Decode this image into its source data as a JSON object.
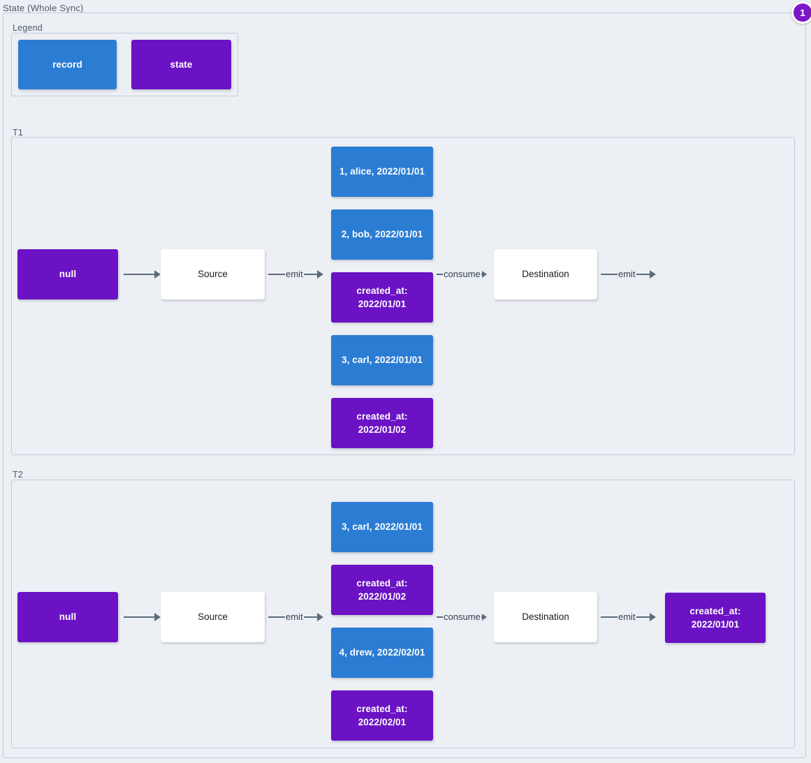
{
  "page": {
    "title": "State (Whole Sync)",
    "badge": "1",
    "colors": {
      "record": "#2b7cd3",
      "state": "#6b12c4",
      "background": "#eceff4",
      "border": "#c3ccd8",
      "arrow": "#5d6c7c",
      "badge": "#7b16c9"
    }
  },
  "legend": {
    "label": "Legend",
    "items": [
      {
        "label": "record",
        "kind": "record"
      },
      {
        "label": "state",
        "kind": "state"
      }
    ]
  },
  "groups": [
    {
      "label": "T1",
      "initial_state": "null",
      "source": "Source",
      "destination": "Destination",
      "emit_label_1": "emit",
      "consume_label": "consume",
      "emit_label_2": "emit",
      "final_state": "",
      "stream": [
        {
          "kind": "record",
          "label": "1, alice, 2022/01/01"
        },
        {
          "kind": "record",
          "label": "2, bob, 2022/01/01"
        },
        {
          "kind": "state",
          "label": "created_at:\n2022/01/01"
        },
        {
          "kind": "record",
          "label": "3, carl, 2022/01/01"
        },
        {
          "kind": "state",
          "label": "created_at:\n2022/01/02"
        }
      ]
    },
    {
      "label": "T2",
      "initial_state": "null",
      "source": "Source",
      "destination": "Destination",
      "emit_label_1": "emit",
      "consume_label": "consume",
      "emit_label_2": "emit",
      "final_state": "created_at:\n2022/01/01",
      "stream": [
        {
          "kind": "record",
          "label": "3, carl, 2022/01/01"
        },
        {
          "kind": "state",
          "label": "created_at:\n2022/01/02"
        },
        {
          "kind": "record",
          "label": "4, drew, 2022/02/01"
        },
        {
          "kind": "state",
          "label": "created_at:\n2022/02/01"
        }
      ]
    }
  ]
}
